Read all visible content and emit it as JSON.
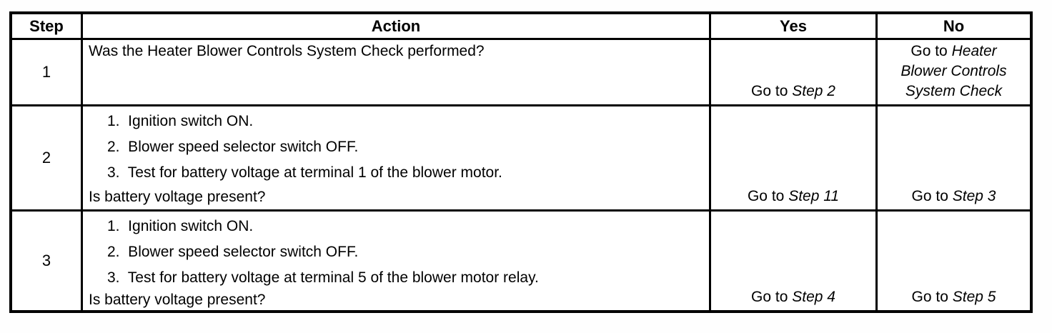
{
  "table": {
    "headers": {
      "step": "Step",
      "action": "Action",
      "yes": "Yes",
      "no": "No"
    },
    "rows": [
      {
        "step": "1",
        "question": "Was the Heater Blower Controls System Check performed?",
        "yes_prefix": "Go to",
        "yes_target": "Step 2",
        "no_prefix": "Go to",
        "no_target": "Heater Blower Controls System Check"
      },
      {
        "step": "2",
        "items": [
          "1.  Ignition switch ON.",
          "2.  Blower speed selector switch OFF.",
          "3.  Test for battery voltage at terminal 1 of the blower motor."
        ],
        "question": "Is battery voltage present?",
        "yes_prefix": "Go to",
        "yes_target": "Step 11",
        "no_prefix": "Go to",
        "no_target": "Step 3"
      },
      {
        "step": "3",
        "items": [
          "1.  Ignition switch ON.",
          "2.  Blower speed selector switch OFF.",
          "3.  Test for battery voltage at terminal 5 of the blower motor relay."
        ],
        "question": "Is battery voltage present?",
        "yes_prefix": "Go to",
        "yes_target": "Step 4",
        "no_prefix": "Go to",
        "no_target": "Step 5"
      }
    ]
  }
}
